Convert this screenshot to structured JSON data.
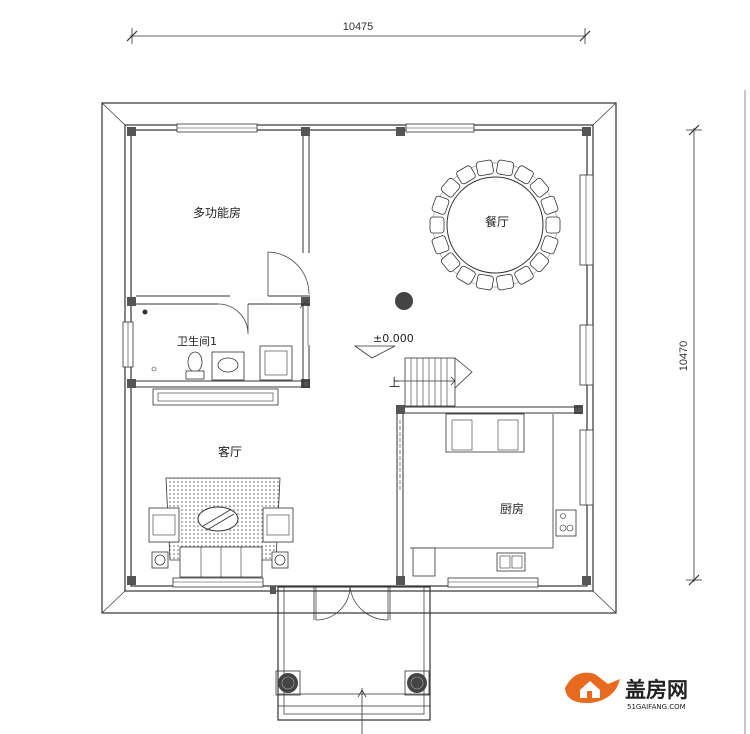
{
  "dimensions": {
    "width_label": "10475",
    "height_label": "10470"
  },
  "rooms": {
    "multi_function": "多功能房",
    "dining": "餐厅",
    "bathroom": "卫生间1",
    "living": "客厅",
    "kitchen": "厨房"
  },
  "elevation_mark": "±0.000",
  "stair_up": "上",
  "watermark": {
    "brand": "盖房网",
    "url": "51GAIFANG.COM"
  }
}
